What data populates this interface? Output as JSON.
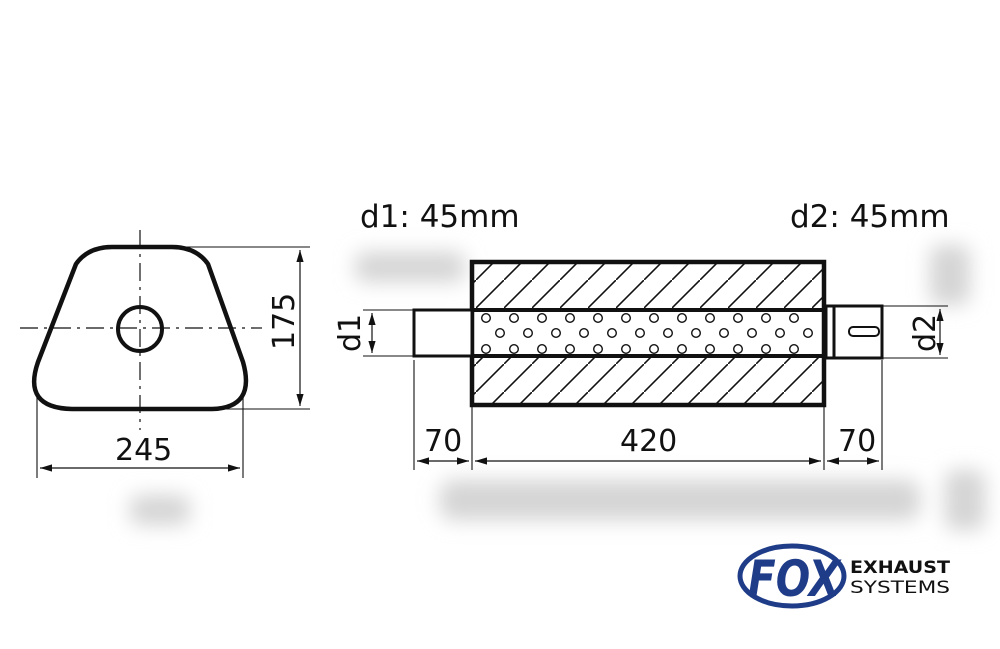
{
  "labels": {
    "d1_spec": "d1: 45mm",
    "d2_spec": "d2: 45mm",
    "width": "245",
    "height": "175",
    "inlet_length": "70",
    "body_length": "420",
    "outlet_length": "70",
    "d1": "d1",
    "d2": "d2"
  },
  "logo": {
    "brand": "FOX",
    "line1": "EXHAUST",
    "line2": "SYSTEMS",
    "colors": {
      "blue": "#1f3c88",
      "dark": "#111111"
    }
  },
  "colors": {
    "stroke": "#111111",
    "shadow": "#d9d9d9"
  }
}
